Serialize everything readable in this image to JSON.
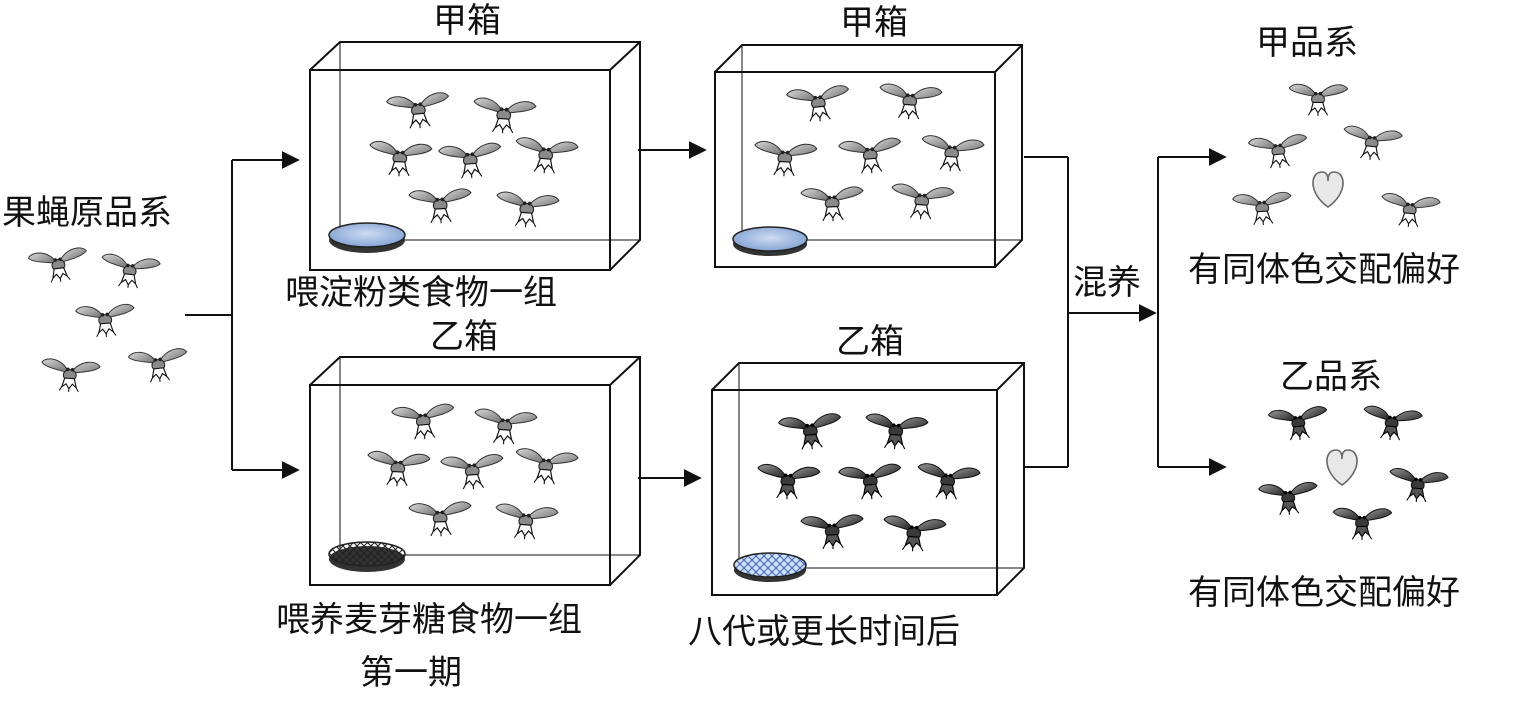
{
  "labels": {
    "source": "果蝇原品系",
    "box_a_top": "甲箱",
    "box_b_top": "乙箱",
    "box_a_right": "甲箱",
    "box_b_right": "乙箱",
    "feed_starch": "喂淀粉类食物一组",
    "feed_maltose": "喂养麦芽糖食物一组",
    "phase": "第一期",
    "generations": "八代或更长时间后",
    "mix": "混养",
    "strain_a": "甲品系",
    "strain_b": "乙品系",
    "pref_a": "有同体色交配偏好",
    "pref_b": "有同体色交配偏好"
  },
  "colors": {
    "fly_light": "#8a8a8a",
    "fly_dark": "#3c3c3c",
    "dish_blue": "#9db8df",
    "line": "#111111"
  },
  "icons": [
    "fruit-fly-icon",
    "food-dish-icon",
    "heart-icon",
    "arrow-icon"
  ]
}
